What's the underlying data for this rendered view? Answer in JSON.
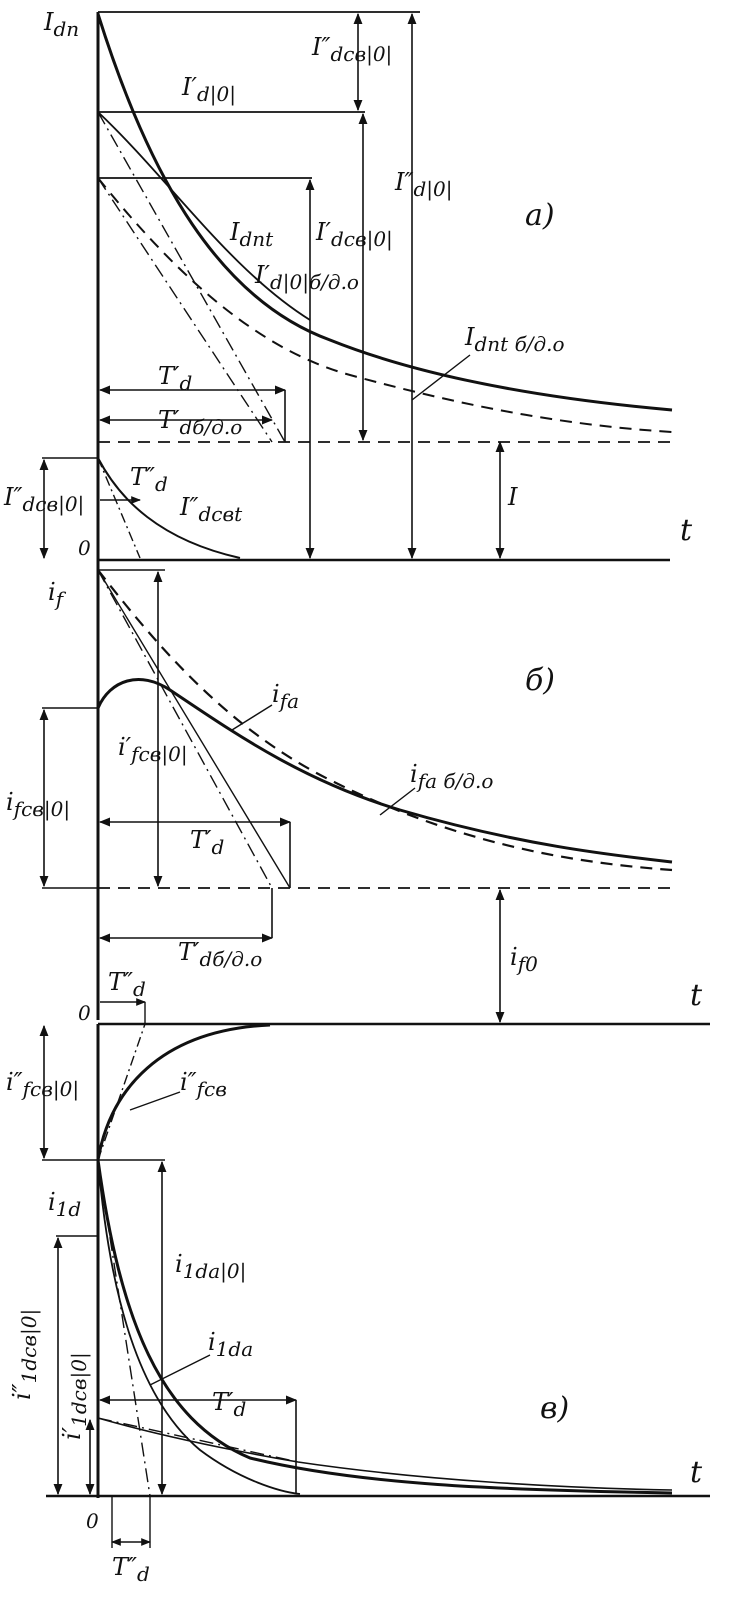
{
  "colors": {
    "ink": "#111111",
    "paper": "#ffffff"
  },
  "panel_a": {
    "label": "a)",
    "labels": {
      "i_dn": "I",
      "i_dn_sub": "dn",
      "i_d0_prime": "I′",
      "i_d0_prime_sub": "d|0|",
      "i_dcb0_dprime": "I″",
      "i_dcb0_dprime_sub": "dcв|0|",
      "i_d0_dprime": "I″",
      "i_d0_dprime_sub": "d|0|",
      "i_dnt": "I",
      "i_dnt_sub": "dnt",
      "i_dcb0_prime": "I′",
      "i_dcb0_prime_sub": "dcв|0|",
      "i_d0_bd_prime": "I′",
      "i_d0_bd_prime_sub": "d|0|б/д.о",
      "i_dnt_bd": "I",
      "i_dnt_bd_sub": "dnt б/д.о",
      "T_d_prime": "T′",
      "T_d_prime_sub": "d",
      "T_d_bd_prime": "T′",
      "T_d_bd_prime_sub": "dб/д.о",
      "T_d_dprime": "T″",
      "T_d_dprime_sub": "d",
      "i_dcb0_left": "I″",
      "i_dcb0_left_sub": "dcв|0|",
      "i_dcbt": "I″",
      "i_dcbt_sub": "dcвt",
      "I": "I",
      "zero": "0",
      "t": "t"
    }
  },
  "panel_b": {
    "label": "б)",
    "labels": {
      "i_f": "i",
      "i_f_sub": "f",
      "i_fa": "i",
      "i_fa_sub": "fa",
      "i_fcb0_prime": "i′",
      "i_fcb0_prime_sub": "fcв|0|",
      "i_fcb0_left": "i",
      "i_fcb0_left_sub": "fcв|0|",
      "i_fa_bd": "i",
      "i_fa_bd_sub": "fa б/д.о",
      "T_d_prime": "T′",
      "T_d_prime_sub": "d",
      "T_d_bd_prime": "T′",
      "T_d_bd_prime_sub": "dб/д.о",
      "i_f0": "i",
      "i_f0_sub": "f0",
      "T_d_dprime": "T″",
      "T_d_dprime_sub": "d",
      "zero": "0",
      "t": "t",
      "i_fcb0_dprime": "i″",
      "i_fcb0_dprime_sub": "fcв|0|",
      "i_fcb_dprime": "i″",
      "i_fcb_dprime_sub": "fcв"
    }
  },
  "panel_c": {
    "label": "в)",
    "labels": {
      "i_1d": "i",
      "i_1d_sub": "1d",
      "i_1da0": "i",
      "i_1da0_sub": "1da|0|",
      "i_1da": "i",
      "i_1da_sub": "1da",
      "i_1dcb0_dprime": "i″",
      "i_1dcb0_dprime_sub": "1dcв|0|",
      "i_1dcb0_prime": "i′",
      "i_1dcb0_prime_sub": "1dcв|0|",
      "T_d_prime": "T′",
      "T_d_prime_sub": "d",
      "T_d_dprime": "T″",
      "T_d_dprime_sub": "d",
      "zero": "0",
      "t": "t"
    }
  }
}
